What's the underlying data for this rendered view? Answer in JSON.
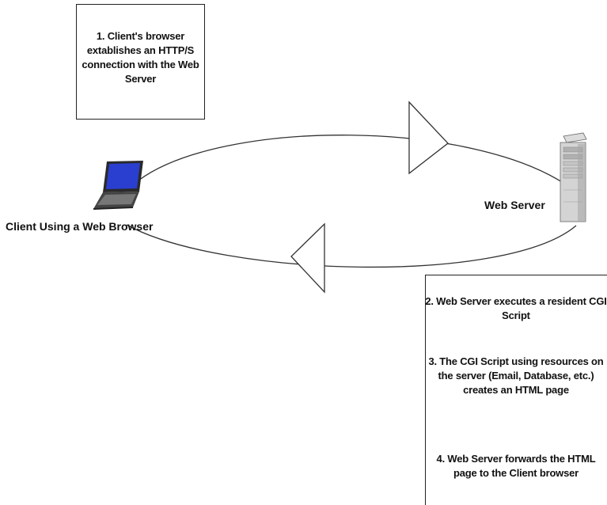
{
  "steps": {
    "step1": "1. Client's browser extablishes an HTTP/S connection with the Web Server",
    "step2": "2.  Web Server executes a resident CGI Script",
    "step3": "3. The CGI Script using resources on the server (Email, Database, etc.) creates an HTML page",
    "step4": "4. Web Server forwards the HTML page to the Client browser"
  },
  "nodes": {
    "client": "Client Using a Web Browser",
    "server": "Web Server"
  },
  "icons": {
    "client": "laptop-icon",
    "server": "server-tower-icon"
  }
}
